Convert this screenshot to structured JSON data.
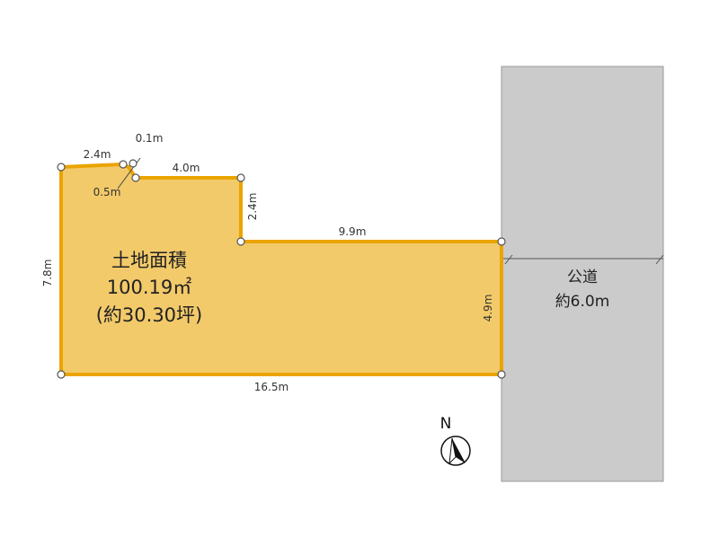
{
  "land": {
    "title": "土地面積",
    "area": "100.19㎡",
    "tsubo": "(約30.30坪)"
  },
  "dimensions": {
    "top_left": "2.4m",
    "notch_top": "0.1m",
    "notch_bottom": "0.5m",
    "top_middle": "4.0m",
    "step_vertical": "2.4m",
    "top_right": "9.9m",
    "left_side": "7.8m",
    "right_side": "4.9m",
    "bottom": "16.5m"
  },
  "road": {
    "label": "公道",
    "width": "約6.0m"
  },
  "compass": {
    "label": "N"
  },
  "colors": {
    "lot_fill": "#f3ca6a",
    "lot_border": "#eaa400",
    "road_fill": "#cbcbcb",
    "road_border": "#9a9a9a"
  }
}
